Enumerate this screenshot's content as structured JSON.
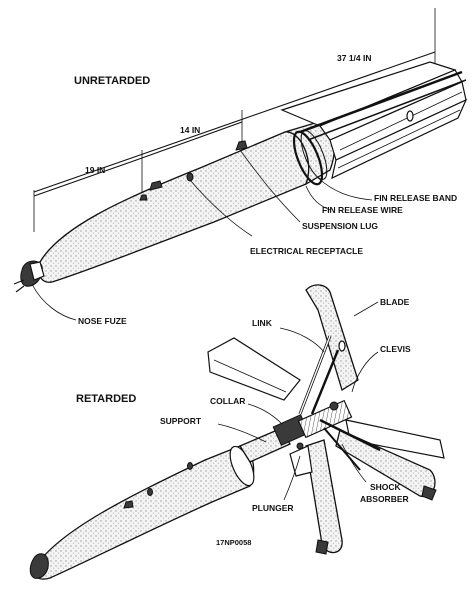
{
  "titles": {
    "unretarded": "UNRETARDED",
    "retarded": "RETARDED"
  },
  "dimensions": {
    "overall": "37 1/4 IN",
    "middle": "14 IN",
    "forward": "19 IN"
  },
  "labels": {
    "fin_release_band": "FIN RELEASE BAND",
    "fin_release_wire": "FIN RELEASE WIRE",
    "suspension_lug": "SUSPENSION LUG",
    "electrical_receptacle": "ELECTRICAL  RECEPTACLE",
    "nose_fuze": "NOSE FUZE",
    "blade": "BLADE",
    "link": "LINK",
    "clevis": "CLEVIS",
    "collar": "COLLAR",
    "support": "SUPPORT",
    "plunger": "PLUNGER",
    "shock": "SHOCK",
    "absorber": "ABSORBER"
  },
  "figure_code": "17NP0058"
}
